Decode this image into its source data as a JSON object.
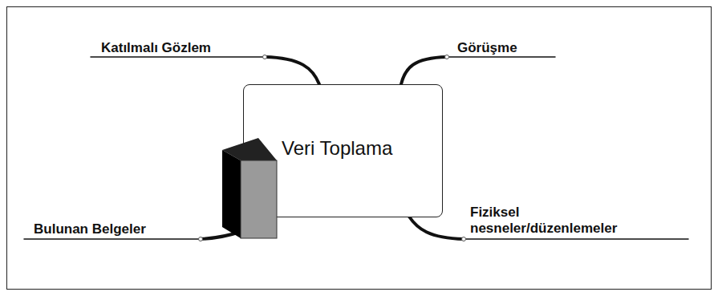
{
  "diagram": {
    "nodes": [
      {
        "text": [
          "Veri Toplama"
        ]
      }
    ],
    "labels": [
      "Katılmalı Gözlem",
      "Görüşme",
      "Bulunan Belgeler",
      "Fiziksel nesneler/düzenlemeler"
    ]
  }
}
